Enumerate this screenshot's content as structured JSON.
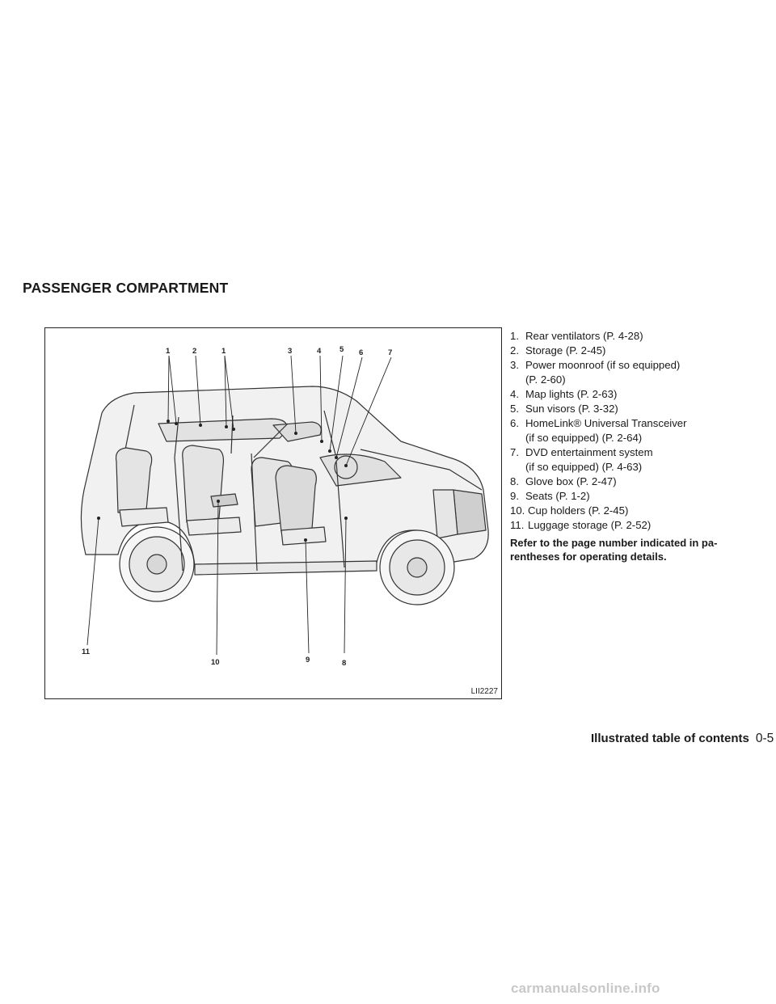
{
  "section_title": "PASSENGER COMPARTMENT",
  "figure": {
    "code": "LII2227",
    "callouts": [
      "1",
      "2",
      "1",
      "3",
      "4",
      "5",
      "6",
      "7",
      "8",
      "9",
      "10",
      "11"
    ]
  },
  "legend": [
    {
      "num": "1.",
      "text": "Rear ventilators (P. 4-28)",
      "sub": ""
    },
    {
      "num": "2.",
      "text": "Storage (P. 2-45)",
      "sub": ""
    },
    {
      "num": "3.",
      "text": "Power moonroof (if so equipped)",
      "sub": "(P. 2-60)"
    },
    {
      "num": "4.",
      "text": "Map lights (P. 2-63)",
      "sub": ""
    },
    {
      "num": "5.",
      "text": "Sun visors (P. 3-32)",
      "sub": ""
    },
    {
      "num": "6.",
      "text": "HomeLink® Universal Transceiver",
      "sub": "(if so equipped) (P. 2-64)"
    },
    {
      "num": "7.",
      "text": "DVD entertainment system",
      "sub": "(if so equipped) (P. 4-63)"
    },
    {
      "num": "8.",
      "text": "Glove box (P. 2-47)",
      "sub": ""
    },
    {
      "num": "9.",
      "text": "Seats (P. 1-2)",
      "sub": ""
    },
    {
      "num": "10.",
      "text": "Cup holders (P. 2-45)",
      "sub": ""
    },
    {
      "num": "11.",
      "text": "Luggage storage (P. 2-52)",
      "sub": ""
    }
  ],
  "note": "Refer to the page number indicated in pa- rentheses for operating details.",
  "footer": {
    "title": "Illustrated table of contents",
    "page": "0-5"
  },
  "watermark": "carmanualsonline.info"
}
